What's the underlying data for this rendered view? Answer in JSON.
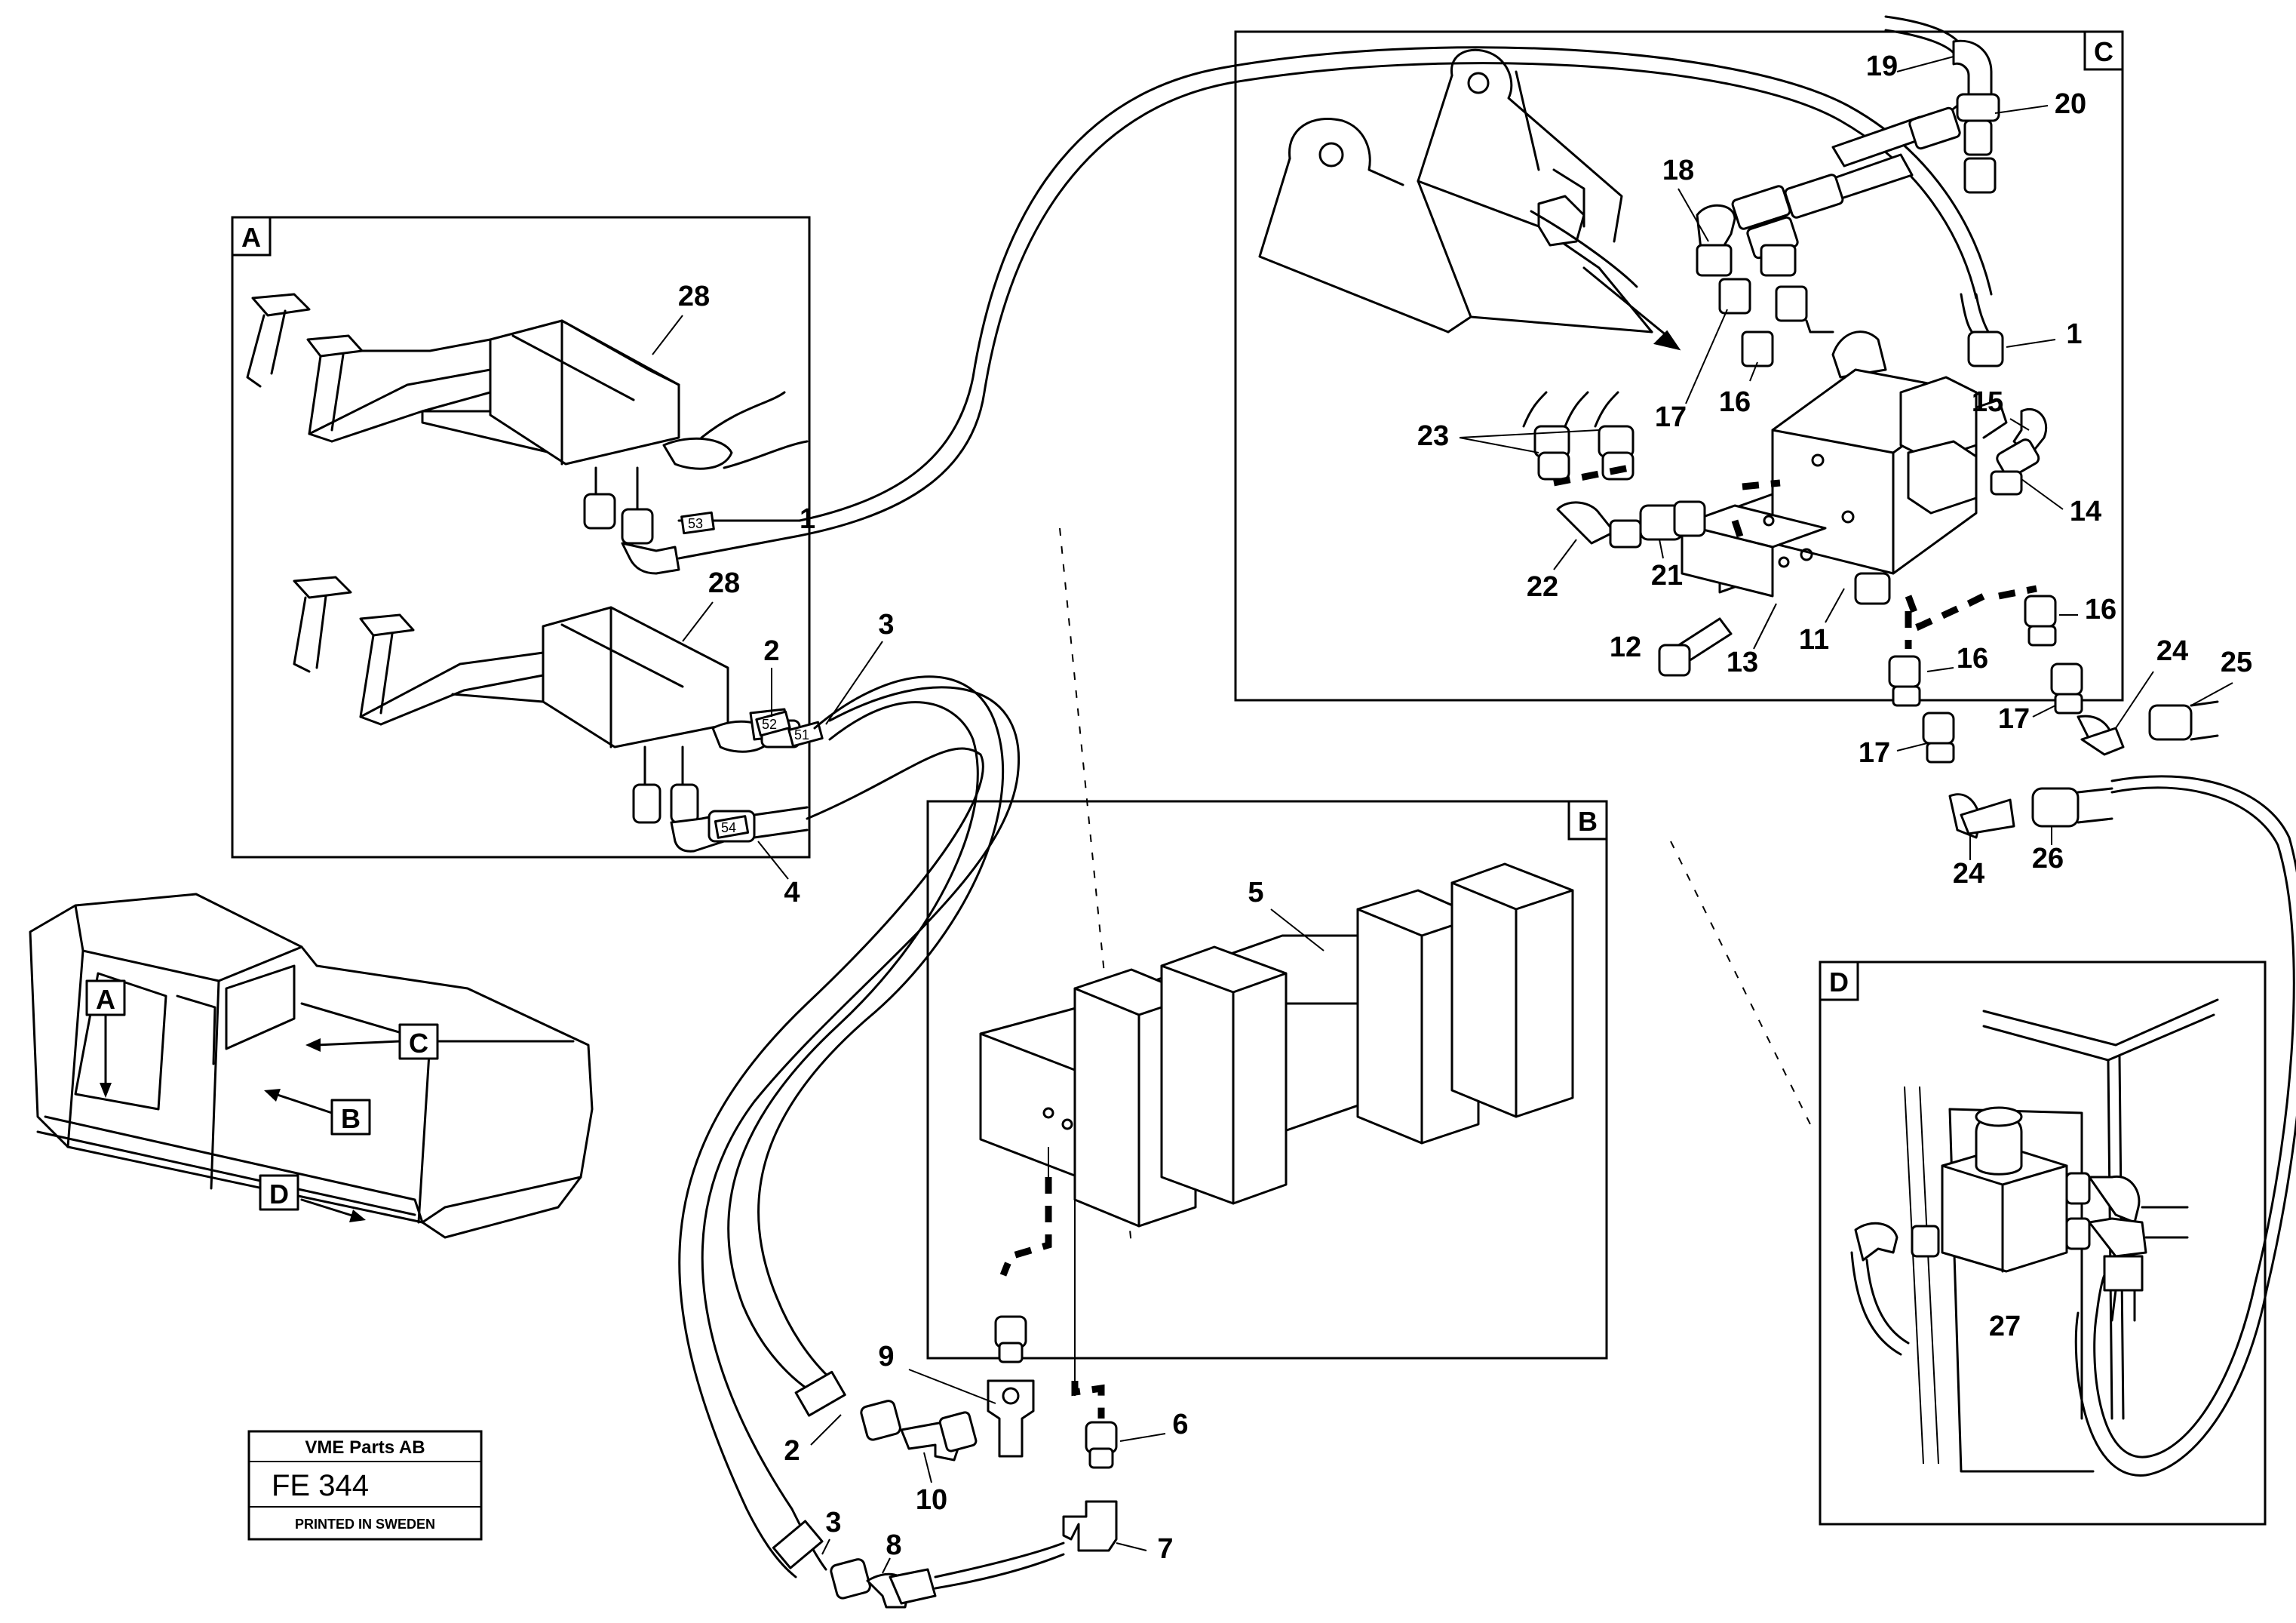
{
  "views": [
    {
      "id": "A",
      "letter": "A"
    },
    {
      "id": "B",
      "letter": "B"
    },
    {
      "id": "C",
      "letter": "C"
    },
    {
      "id": "D",
      "letter": "D"
    }
  ],
  "callouts": {
    "c1a": "1",
    "c1c": "1",
    "c2a": "2",
    "c2b": "2",
    "c3a": "3",
    "c3b": "3",
    "c4": "4",
    "c5": "5",
    "c6": "6",
    "c7": "7",
    "c8": "8",
    "c9": "9",
    "c10": "10",
    "c11": "11",
    "c12": "12",
    "c13": "13",
    "c14": "14",
    "c15": "15",
    "c16a": "16",
    "c16b": "16",
    "c16c": "16",
    "c17a": "17",
    "c17b": "17",
    "c17c": "17",
    "c18": "18",
    "c19": "19",
    "c20": "20",
    "c21": "21",
    "c22": "22",
    "c23": "23",
    "c24a": "24",
    "c24b": "24",
    "c25": "25",
    "c26": "26",
    "c27": "27",
    "c28a": "28",
    "c28b": "28"
  },
  "hose_tags": {
    "t51": "51",
    "t52": "52",
    "t53": "53",
    "t54": "54"
  },
  "machine_pointers": {
    "pA": "A",
    "pB": "B",
    "pC": "C",
    "pD": "D"
  },
  "title_block": {
    "company": "VME Parts AB",
    "code": "FE 344",
    "printed": "PRINTED IN SWEDEN"
  }
}
